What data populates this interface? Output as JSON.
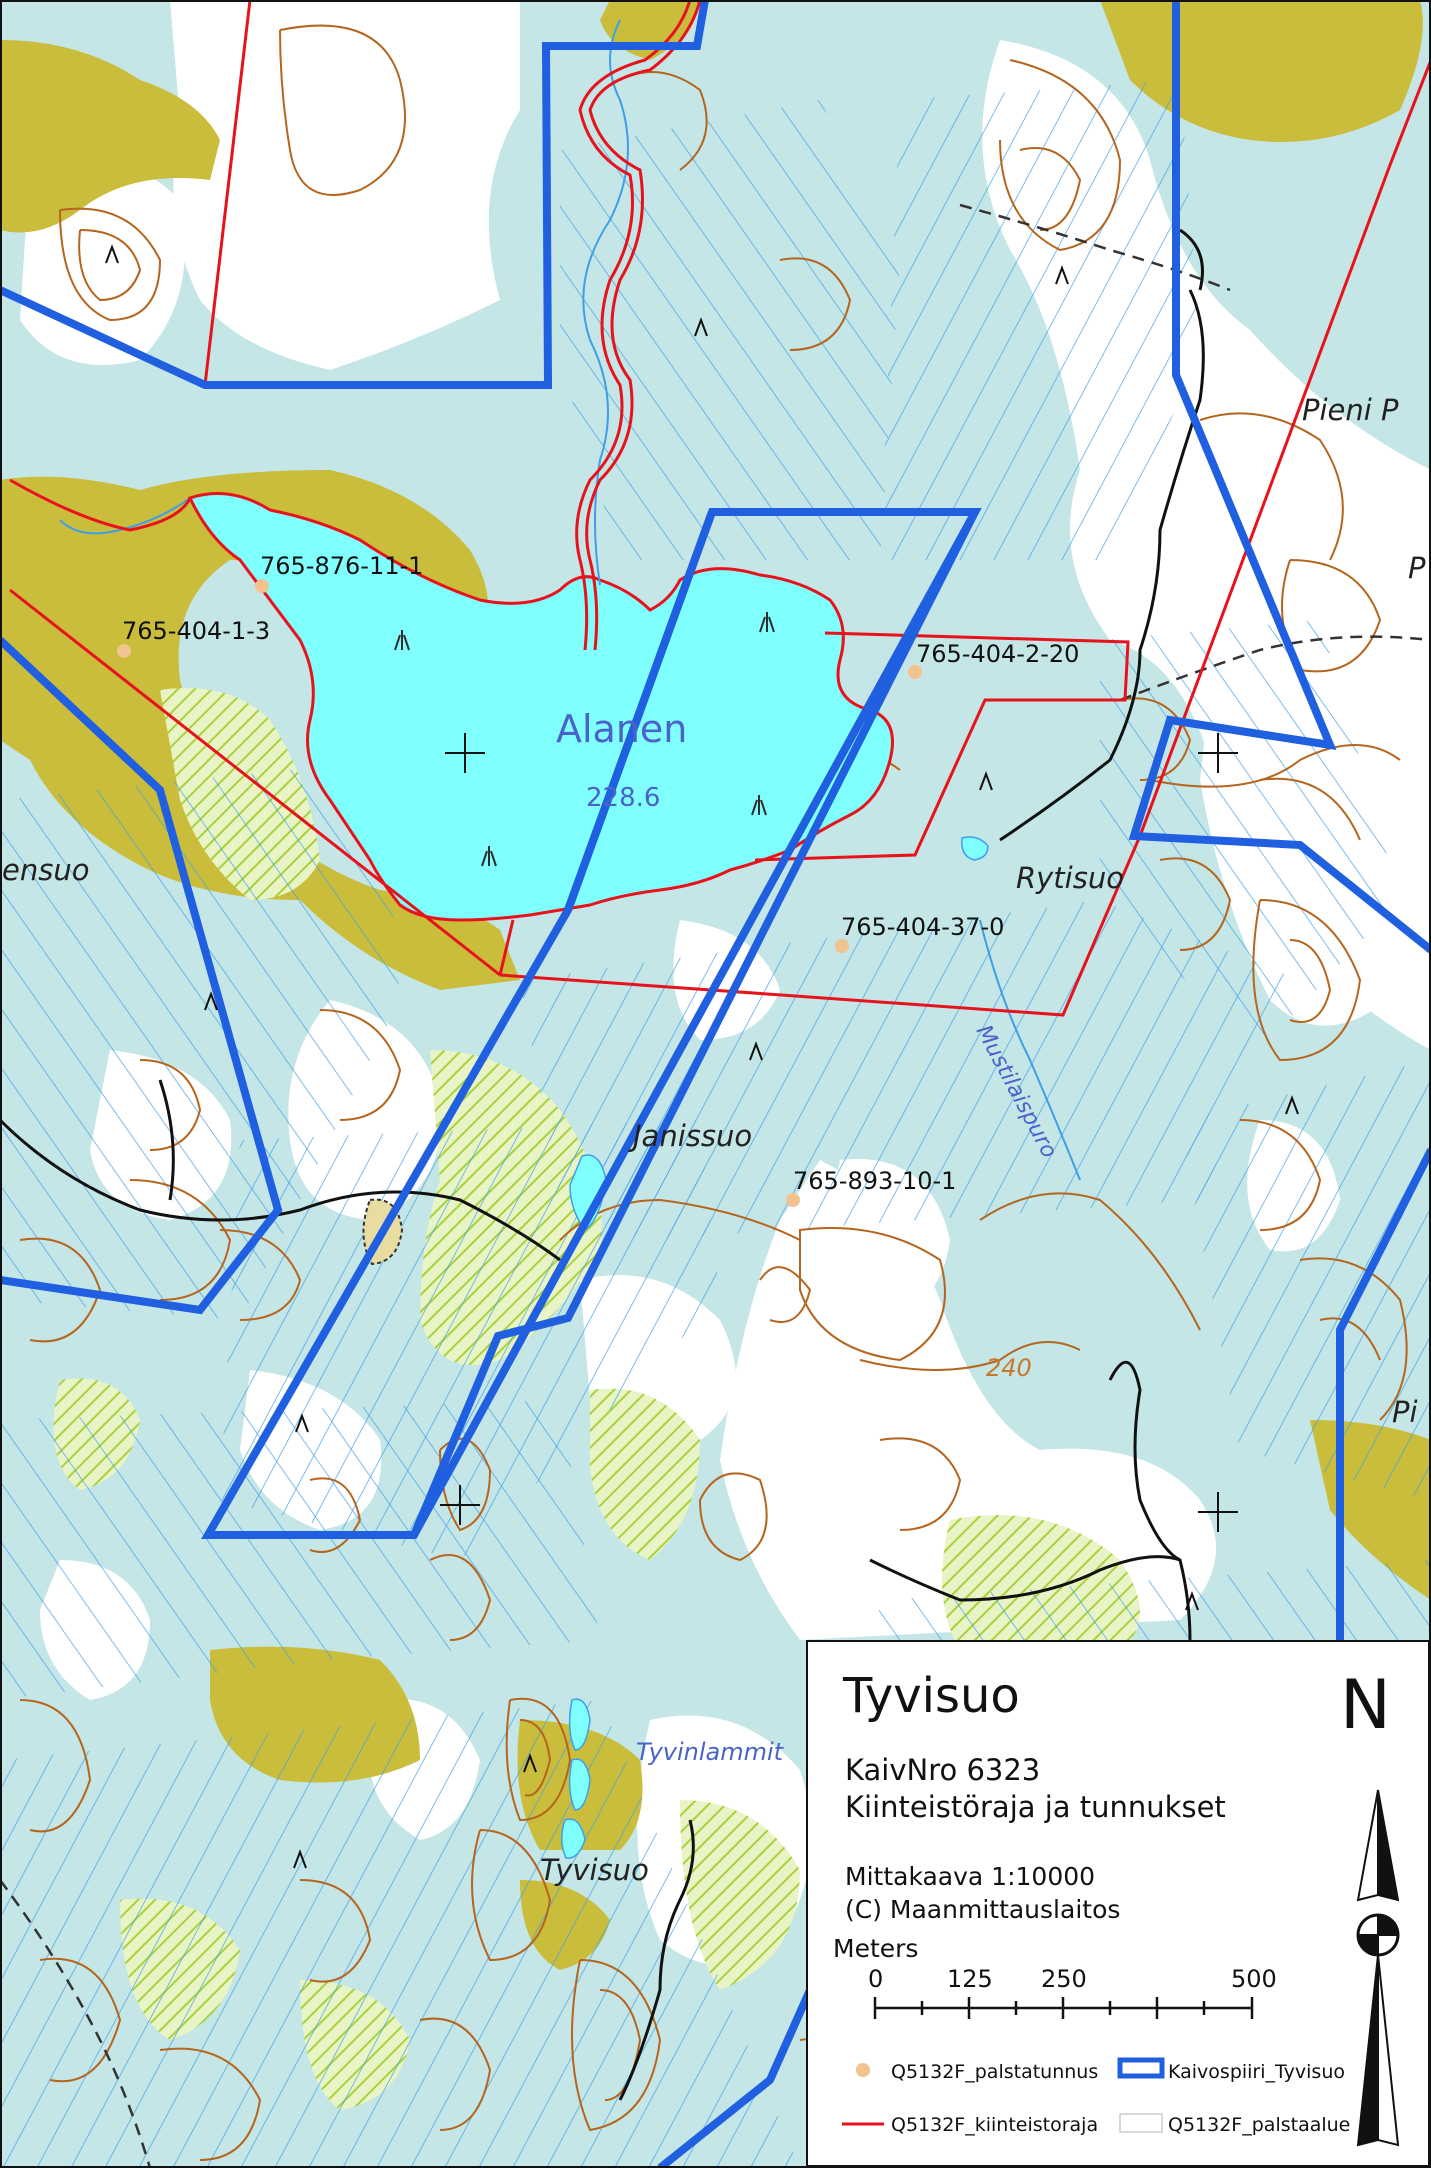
{
  "legend": {
    "title": "Tyvisuo",
    "line1": "KaivNro 6323",
    "line2": "Kiinteistöraja ja tunnukset",
    "scale": "Mittakaava 1:10000",
    "copyright": "(C) Maanmittauslaitos",
    "north": "N",
    "scalebar": {
      "unit_label": "Meters",
      "ticks": [
        "0",
        "125",
        "250",
        "500"
      ]
    },
    "items": [
      {
        "label": "Q5132F_palstatunnus",
        "color": "#f2c28f"
      },
      {
        "label": "Kaivospiiri_Tyvisuo",
        "color": "#1f5fe0"
      },
      {
        "label": "Q5132F_kiinteistoraja",
        "color": "#e8121c"
      },
      {
        "label": "Q5132F_palstaalue",
        "color": "#ffffff"
      }
    ]
  },
  "parcels": [
    "765-876-11-1",
    "765-404-1-3",
    "765-404-2-20",
    "765-404-37-0",
    "765-893-10-1"
  ],
  "places": {
    "lake": "Alanen",
    "lake_elev": "228.6",
    "rytisuo": "Rytisuo",
    "janissuo": "Janissuo",
    "mustilaispuro": "Mustilaispuro",
    "tyvisuo": "Tyvisuo",
    "tyvinlammit": "Tyvinlammit",
    "pieni": "Pieni P",
    "ensuo": "ensuo",
    "contour240": "240",
    "edge_p": "P",
    "edge_pi": "Pi"
  },
  "colors": {
    "mire": "#c4e6e6",
    "forest": "#c9bd3b",
    "lake": "#80ffff",
    "ditch": "#3f9ee8",
    "contour": "#b5651d",
    "mining_district": "#1f5fe0",
    "property_line": "#e8121c"
  }
}
